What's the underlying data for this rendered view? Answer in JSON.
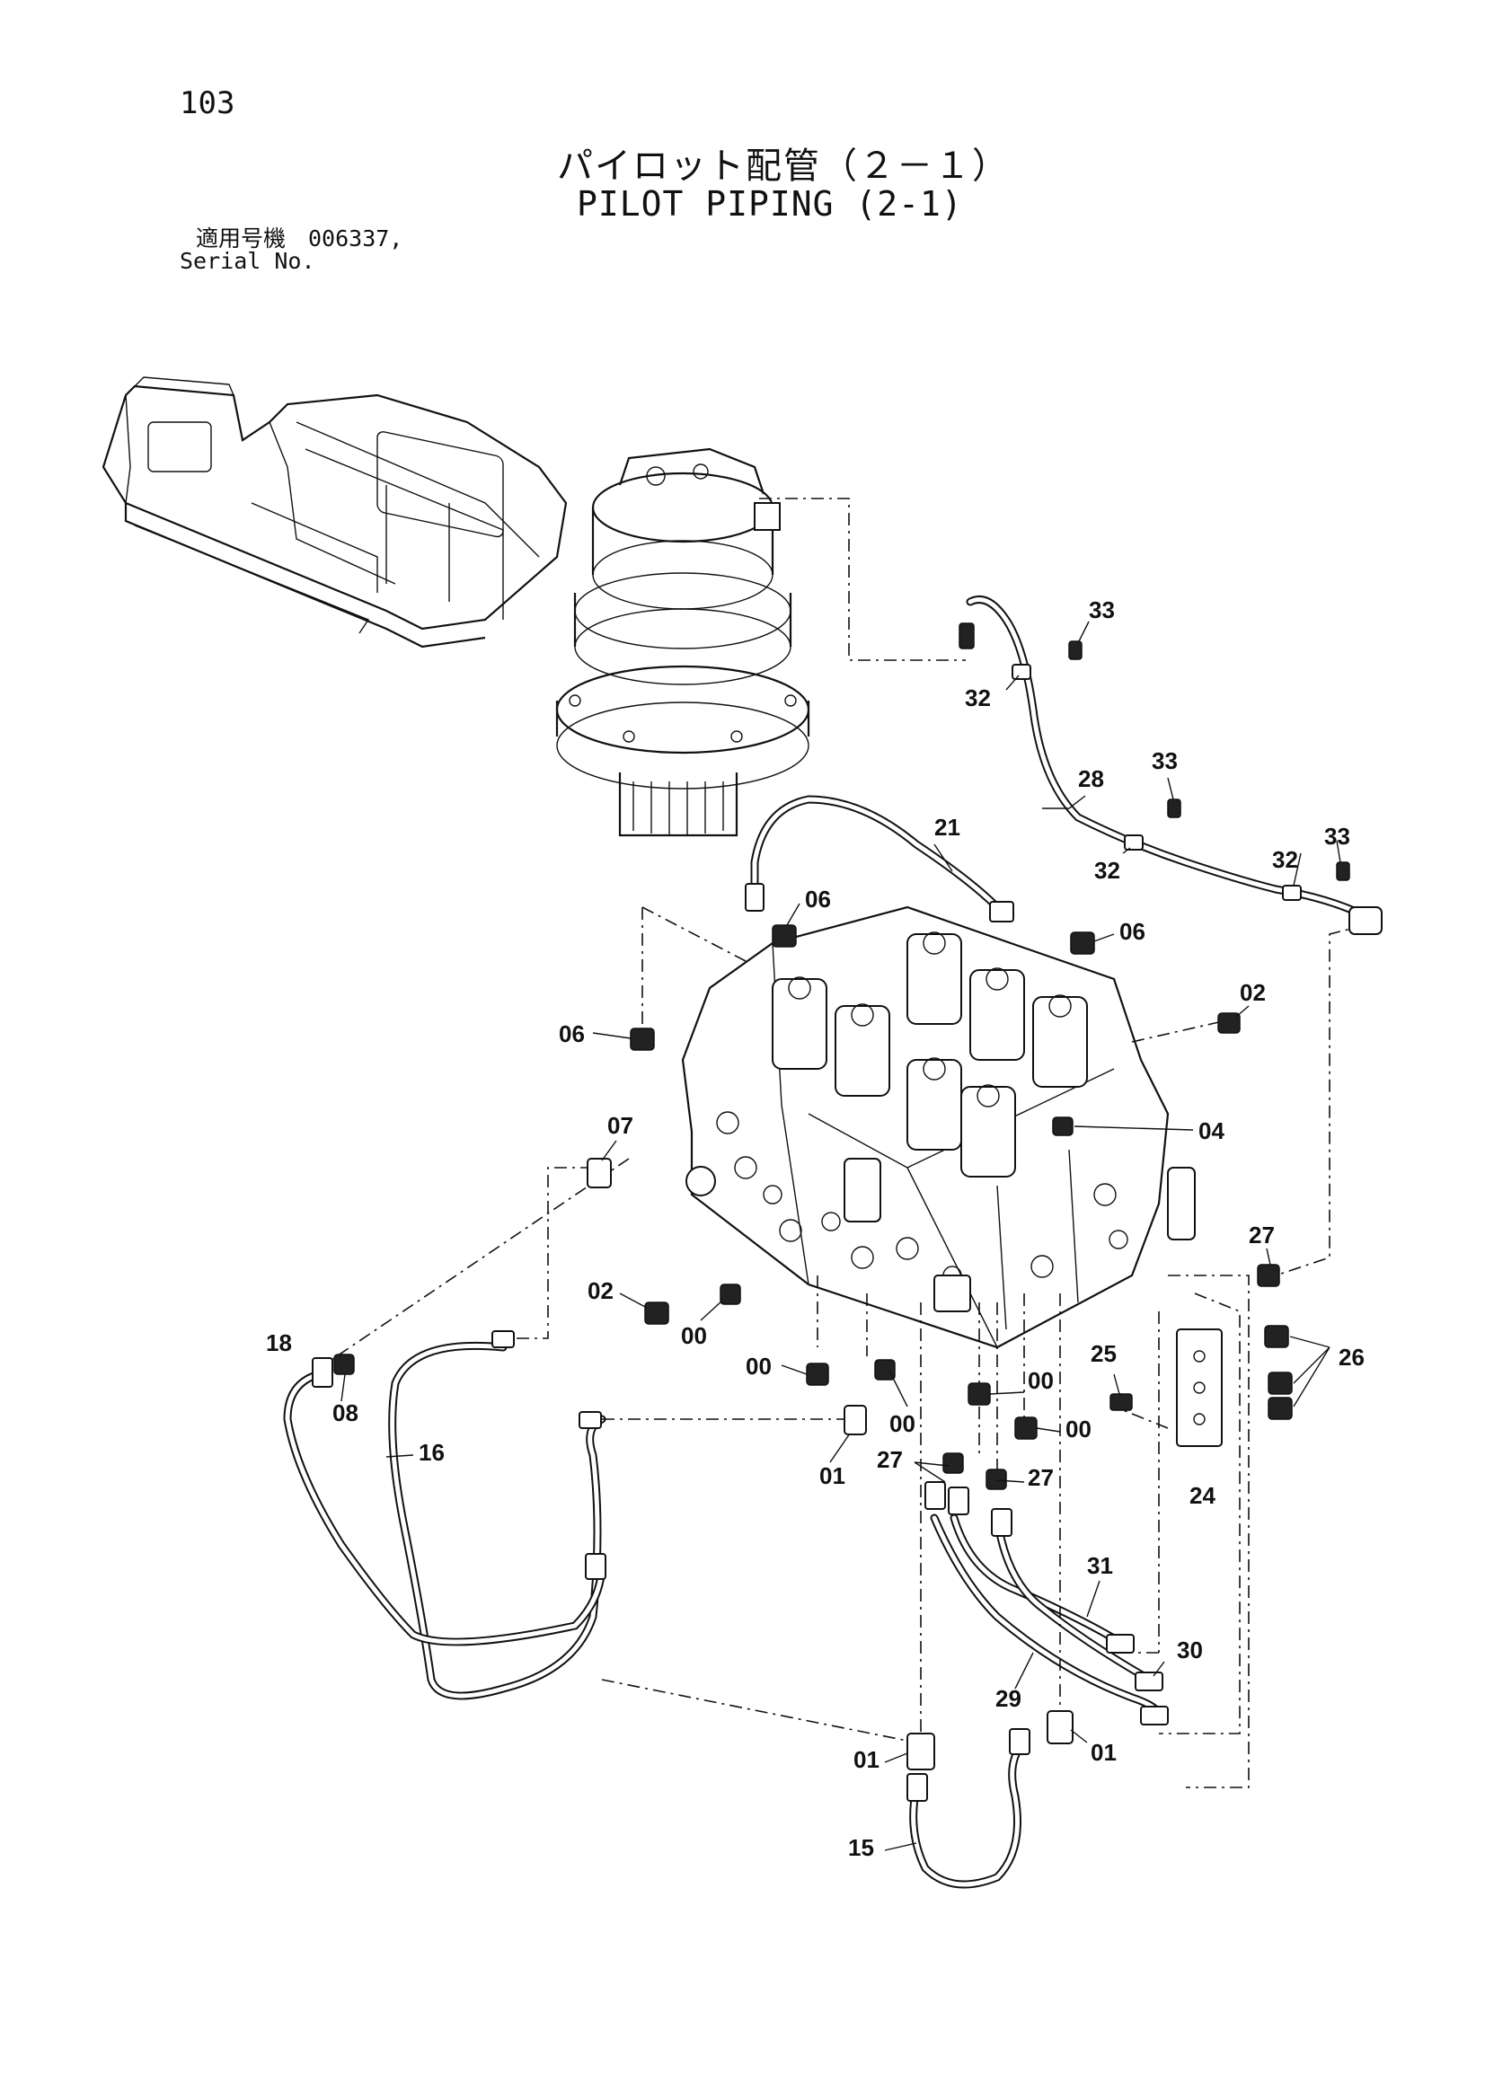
{
  "header": {
    "page_number": "103",
    "title_jp": "パイロット配管（２－１）",
    "title_en": "PILOT PIPING (2-1)",
    "serial_label_jp": "適用号機　006337,",
    "serial_label_en": "Serial No."
  },
  "callouts": {
    "c33a": "33",
    "c32a": "32",
    "c28": "28",
    "c33b": "33",
    "c32b": "32",
    "c32c": "32",
    "c33c": "33",
    "c21": "21",
    "c06a": "06",
    "c06b": "06",
    "c06c": "06",
    "c02a": "02",
    "c04": "04",
    "c07": "07",
    "c27a": "27",
    "c26": "26",
    "c25": "25",
    "c02b": "02",
    "c00a": "00",
    "c18": "18",
    "c08": "08",
    "c00b": "00",
    "c00c": "00",
    "c00d": "00",
    "c00e": "00",
    "c16": "16",
    "c01a": "01",
    "c27b": "27",
    "c27c": "27",
    "c24": "24",
    "c31": "31",
    "c30": "30",
    "c29": "29",
    "c01b": "01",
    "c01c": "01",
    "c15": "15"
  }
}
